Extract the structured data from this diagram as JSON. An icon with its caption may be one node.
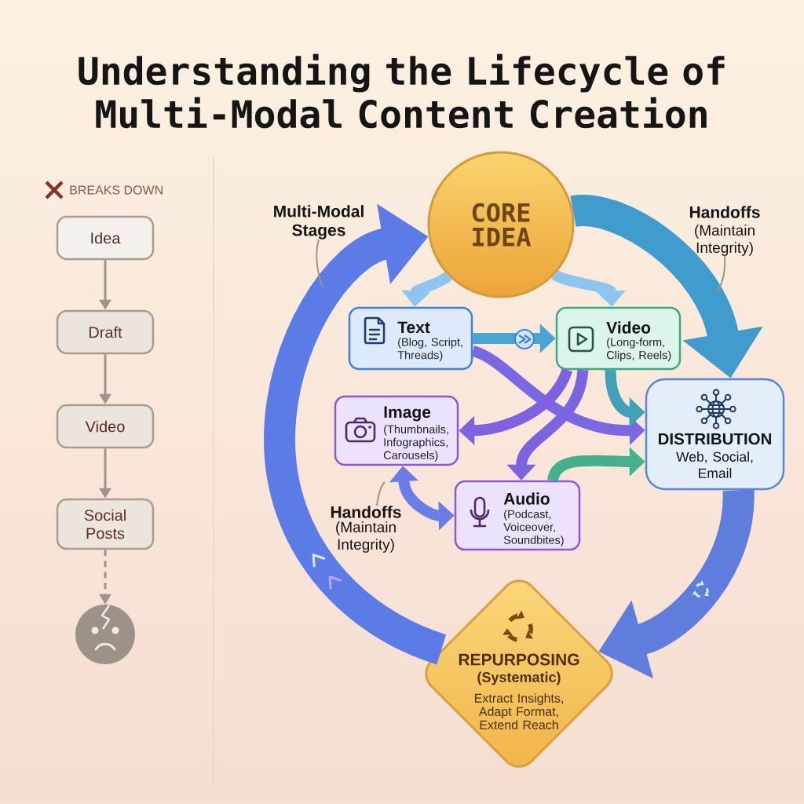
{
  "diagram": {
    "title": "Understanding the Lifecycle of Multi-Modal Content Creation",
    "nodes": [
      {
        "text": [
          "Idea"
        ]
      },
      {
        "text": [
          "Draft"
        ]
      },
      {
        "text": [
          "Video"
        ]
      },
      {
        "text": [
          "Social Posts"
        ]
      },
      {
        "text": [],
        "shape": "circle"
      },
      {
        "text": [
          "CORE IDEA"
        ]
      },
      {
        "text": [
          "Text",
          "(Blog, Script, Threads)"
        ]
      },
      {
        "text": [
          "Video",
          "(Long-form, Clips, Reels)"
        ]
      },
      {
        "text": [
          "Image",
          "(Thumbnails, Infographics, Carousels)"
        ]
      },
      {
        "text": [
          "Audio",
          "(Podcast, Voiceover, Soundbites)"
        ]
      },
      {
        "text": [
          "DISTRIBUTION",
          "Web, Social, Email"
        ]
      },
      {
        "text": [
          "REPURPOSING",
          "(Systematic)",
          "Extract Insights, Adapt Format, Extend Reach"
        ]
      },
      {
        "text": [
          "Multi-Modal Stages"
        ]
      },
      {
        "text": [
          "Handoffs",
          "(Maintain Integrity)"
        ]
      },
      {
        "text": [
          "Handoffs",
          "(Maintain Integrity)"
        ]
      }
    ],
    "edges": [
      {
        "from": 0,
        "to": 1,
        "arrow": "to"
      },
      {
        "from": 1,
        "to": 2,
        "arrow": "to"
      },
      {
        "from": 2,
        "to": 3,
        "arrow": "to"
      },
      {
        "from": 3,
        "to": 4,
        "arrow": "to",
        "style": "dashed"
      },
      {
        "from": 11,
        "to": 5,
        "arrow": "to",
        "style": "thick",
        "color": "#5b7ce6"
      },
      {
        "from": 5,
        "to": 10,
        "arrow": "to",
        "style": "thick",
        "color": "#3f9ccc"
      },
      {
        "from": 10,
        "to": 11,
        "arrow": "to",
        "style": "thick",
        "color": "#5f7ddc"
      },
      {
        "from": 5,
        "to": 6,
        "arrow": "to",
        "color": "#8cc6f0"
      },
      {
        "from": 5,
        "to": 7,
        "arrow": "to",
        "color": "#8cc6f0"
      },
      {
        "from": 6,
        "to": 7,
        "arrow": "to",
        "color": "#4aa5d6"
      },
      {
        "from": 6,
        "to": 10,
        "arrow": "to",
        "color": "#7a68e2"
      },
      {
        "from": 7,
        "to": 8,
        "arrow": "to",
        "color": "#7e62e0"
      },
      {
        "from": 7,
        "to": 9,
        "arrow": "to",
        "color": "#7a64e0"
      },
      {
        "from": 7,
        "to": 10,
        "arrow": "to",
        "color": "#3fa0b8"
      },
      {
        "from": 9,
        "to": 10,
        "arrow": "to",
        "color": "#45b08c"
      },
      {
        "from": 8,
        "to": 9,
        "arrow": "both",
        "color": "#6c7ce6"
      },
      {
        "from": 12,
        "to": null,
        "arrow": "none"
      },
      {
        "from": 13,
        "to": null,
        "arrow": "none"
      },
      {
        "from": 14,
        "to": null,
        "arrow": "none"
      }
    ],
    "labels": [
      "BREAKS DOWN"
    ]
  }
}
